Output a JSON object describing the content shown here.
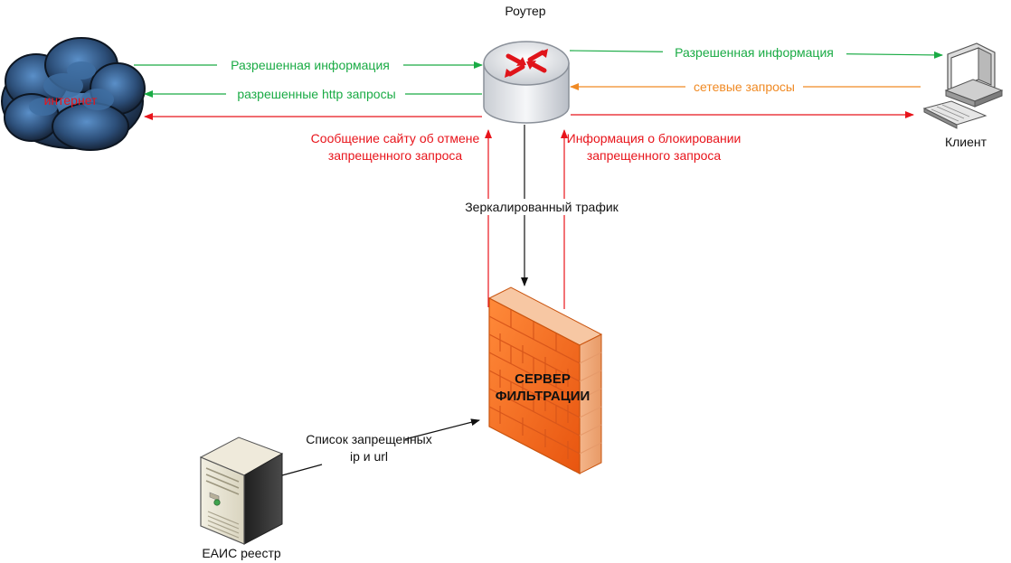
{
  "nodes": {
    "router": {
      "label": "Роутер"
    },
    "internet": {
      "label": "интернет"
    },
    "client": {
      "label": "Клиент"
    },
    "filter_server": {
      "label_line1": "СЕРВЕР",
      "label_line2": "ФИЛЬТРАЦИИ"
    },
    "registry": {
      "label": "ЕАИС реестр"
    }
  },
  "edges": {
    "router_to_internet_allowed": "Разрешенная информация",
    "router_to_internet_http": "разрешенные http запросы",
    "router_to_client_allowed": "Разрешенная информация",
    "client_to_router_requests": "сетевые запросы",
    "cancel_to_site_line1": "Сообщение сайту об отмене",
    "cancel_to_site_line2": "запрещенного запроса",
    "block_info_line1": "Информация о блокировании",
    "block_info_line2": "запрещенного запроса",
    "mirrored_traffic": "Зеркалированный трафик",
    "banned_list_line1": "Список запрещенных",
    "banned_list_line2": "ip и url"
  },
  "colors": {
    "allowed": "#1aab45",
    "blocked": "#e8141b",
    "requests": "#f08a24",
    "mirror": "#111111",
    "firewall": "#f26b1d"
  }
}
